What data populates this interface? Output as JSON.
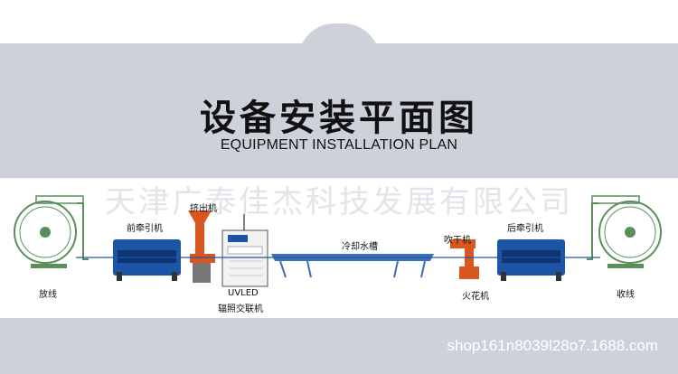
{
  "header": {
    "title": "设备安装平面图",
    "subtitle": "EQUIPMENT INSTALLATION PLAN"
  },
  "watermark": "天津广泰佳杰科技发展有限公司",
  "labels": {
    "payoff": "放线",
    "front_capstan": "前牵引机",
    "extruder": "挤出机",
    "uvled_line1": "UVLED",
    "uvled_line2": "辐照交联机",
    "cooling_trough": "冷却水槽",
    "blower": "吹干机",
    "spark_tester": "火花机",
    "rear_capstan": "后牵引机",
    "takeup": "收线"
  },
  "colors": {
    "machine_blue": "#1d55a6",
    "extruder_orange": "#d9561e",
    "outline_green": "#5a8f5a",
    "trough_blue": "#3d6fb3"
  },
  "footer": {
    "url": "shop161n8039l28o7.1688.com"
  }
}
